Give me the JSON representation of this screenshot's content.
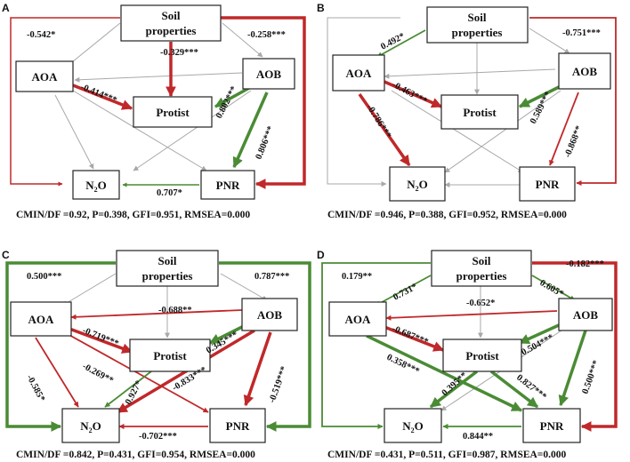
{
  "nodes": {
    "soil_line1": "Soil",
    "soil_line2": "properties",
    "aoa": "AOA",
    "aob": "AOB",
    "protist": "Protist",
    "n2o_main": "N",
    "n2o_sub": "2",
    "n2o_end": "O",
    "pnr": "PNR"
  },
  "colors": {
    "positive": "#4a8b35",
    "negative": "#c0282a",
    "nonsig": "#a8a8a8"
  },
  "panels": [
    {
      "letter": "A",
      "fit": "CMIN/DF =0.92, P=0.398, GFI=0.951, RMSEA=0.000",
      "coefs": [
        "-0.542*",
        "-0.258***",
        "-0.329***",
        "-0.414***",
        "0.802***",
        "0.806***",
        "0.707*"
      ]
    },
    {
      "letter": "B",
      "fit": "CMIN/DF =0.946, P=0.388, GFI=0.952, RMSEA=0.000",
      "coefs": [
        "0.492*",
        "-0.751***",
        "-0.463***",
        "0.589***",
        "-0.786***",
        "-0.868**"
      ]
    },
    {
      "letter": "C",
      "fit": "CMIN/DF =0.842, P=0.431, GFI=0.954, RMSEA=0.000",
      "coefs": [
        "0.500***",
        "0.787***",
        "-0.688**",
        "-0.719***",
        "0.345***",
        "-0.269**",
        "-0.585*",
        "0.927*",
        "-0.833***",
        "-0.519***",
        "-0.702***"
      ]
    },
    {
      "letter": "D",
      "fit": "CMIN/DF =0.431, P=0.511, GFI=0.987, RMSEA=0.000",
      "coefs": [
        "0.179**",
        "0.731*",
        "0.605*",
        "-0.182***",
        "-0.652*",
        "-0.687***",
        "0.504***",
        "0.358***",
        "0.395**",
        "0.827***",
        "0.500***",
        "0.844**"
      ]
    }
  ]
}
